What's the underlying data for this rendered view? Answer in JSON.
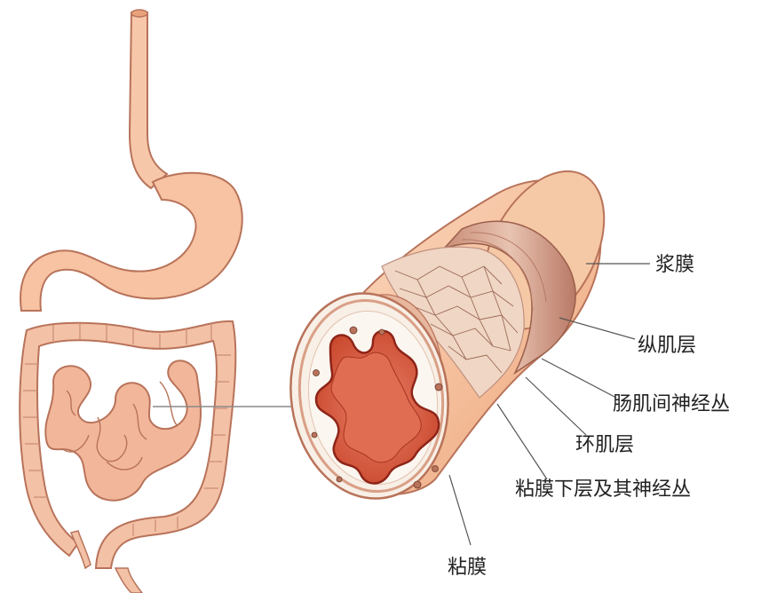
{
  "labels": {
    "serosa": "浆膜",
    "longitudinal_muscle": "纵肌层",
    "myenteric_plexus": "肠肌间神经丛",
    "circular_muscle": "环肌层",
    "submucosa_plexus": "粘膜下层及其神经丛",
    "mucosa": "粘膜"
  },
  "colors": {
    "organ_fill": "#f7c7a9",
    "organ_stroke": "#b8735a",
    "serosa_fill": "#f6c9a6",
    "muscle_band": "#cf9a84",
    "mucosa_red": "#c8452a",
    "mucosa_dark": "#8e2418",
    "submucosa_white": "#fbf6f0",
    "leader_line": "#555555",
    "label_text": "#222222"
  }
}
